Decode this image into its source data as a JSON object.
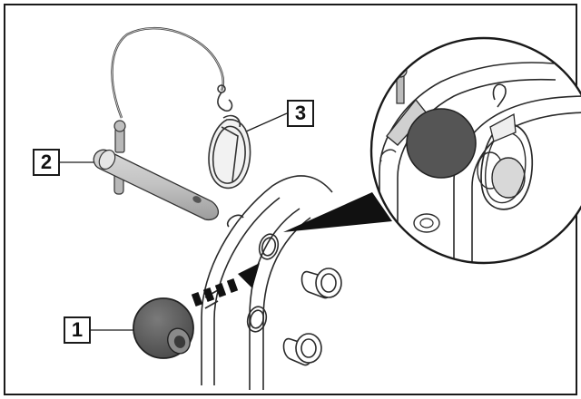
{
  "figure": {
    "callouts": {
      "ball": "1",
      "pin": "2",
      "clip": "3"
    },
    "colors": {
      "frame": "#1a1a1a",
      "ball_fill": "#5a5a5a",
      "pin_fill": "#bdbdbd",
      "arrow": "#111111",
      "line": "#2a2a2a"
    },
    "icons": [
      "insertion-arrow-icon",
      "magnifier-circle"
    ]
  }
}
